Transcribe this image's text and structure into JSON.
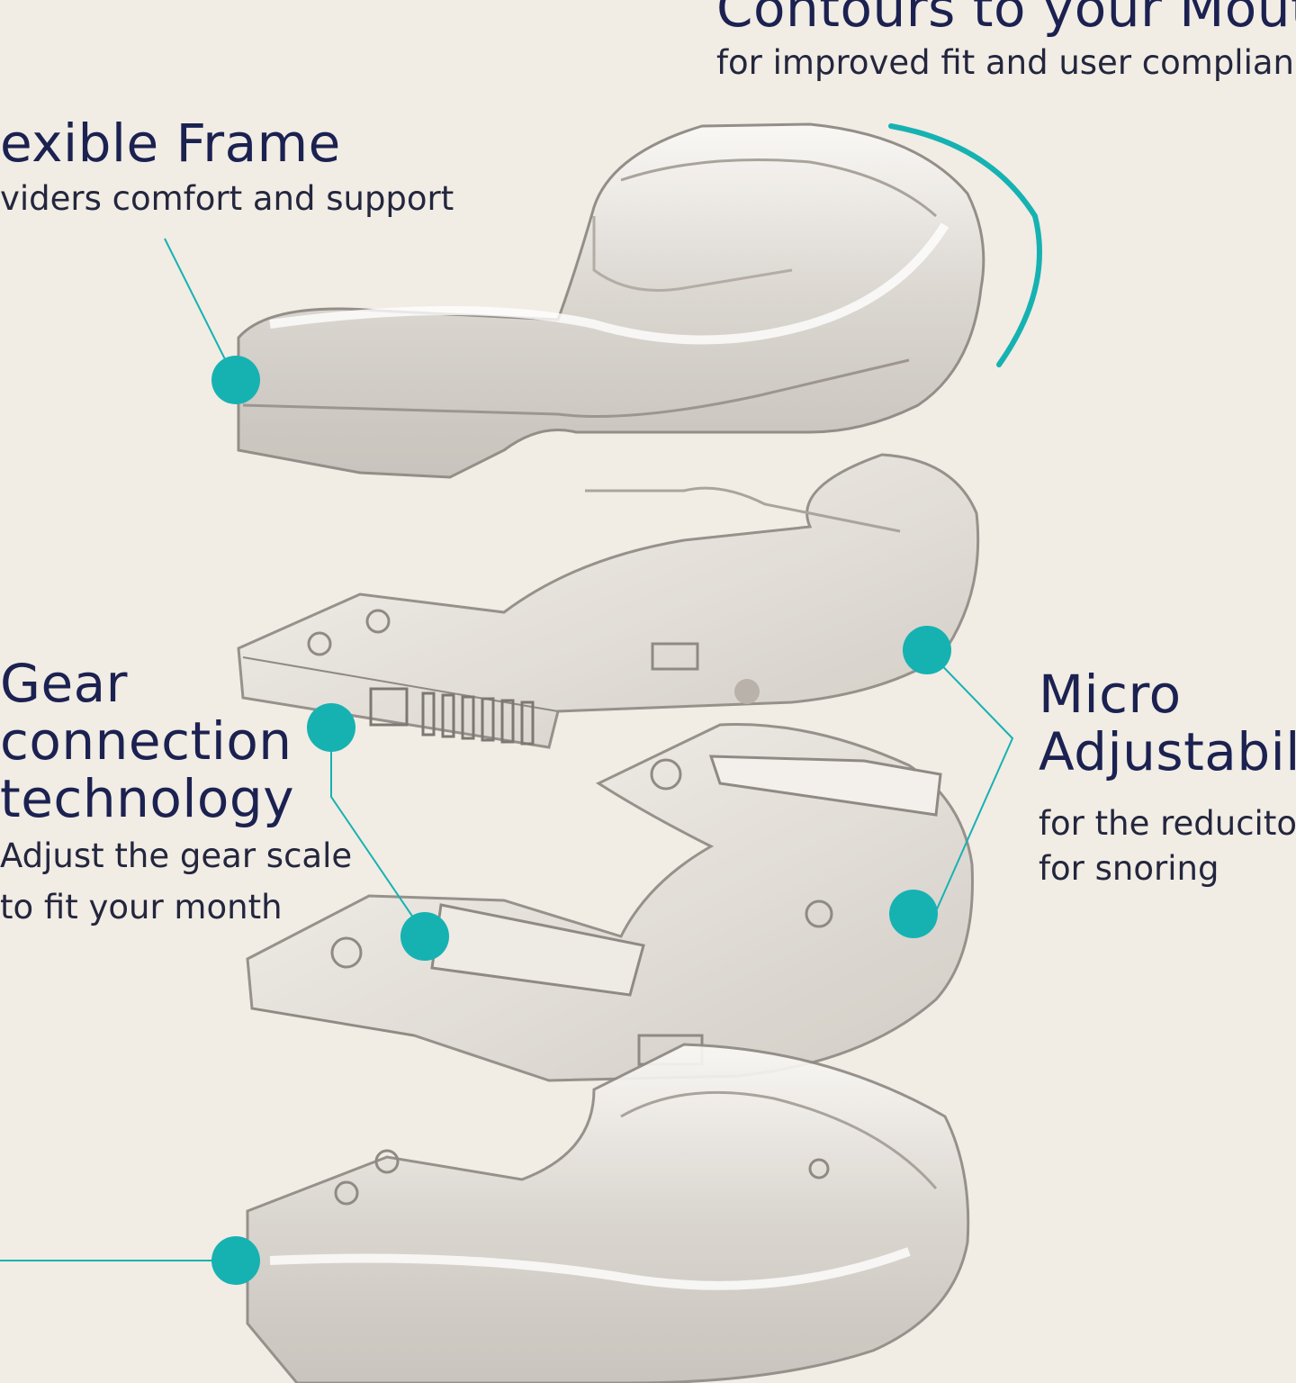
{
  "callouts": {
    "contours": {
      "title": "Contours to your Mout",
      "subtitle": "for improved fit and user complian"
    },
    "frame": {
      "title": "exible Frame",
      "subtitle": "viders comfort and support"
    },
    "gear": {
      "title_lines": [
        "Gear",
        "connection",
        "technology"
      ],
      "subtitle_lines": [
        "Adjust the gear scale",
        "to fit your month"
      ]
    },
    "micro": {
      "title_lines": [
        "Micro",
        "Adjustabil"
      ],
      "subtitle_lines": [
        "for the reducito",
        "for snoring"
      ]
    }
  },
  "colors": {
    "background": "#f1ece4",
    "heading": "#1b2150",
    "accent": "#16b2b2",
    "plastic_edge": "#8f8a84"
  }
}
